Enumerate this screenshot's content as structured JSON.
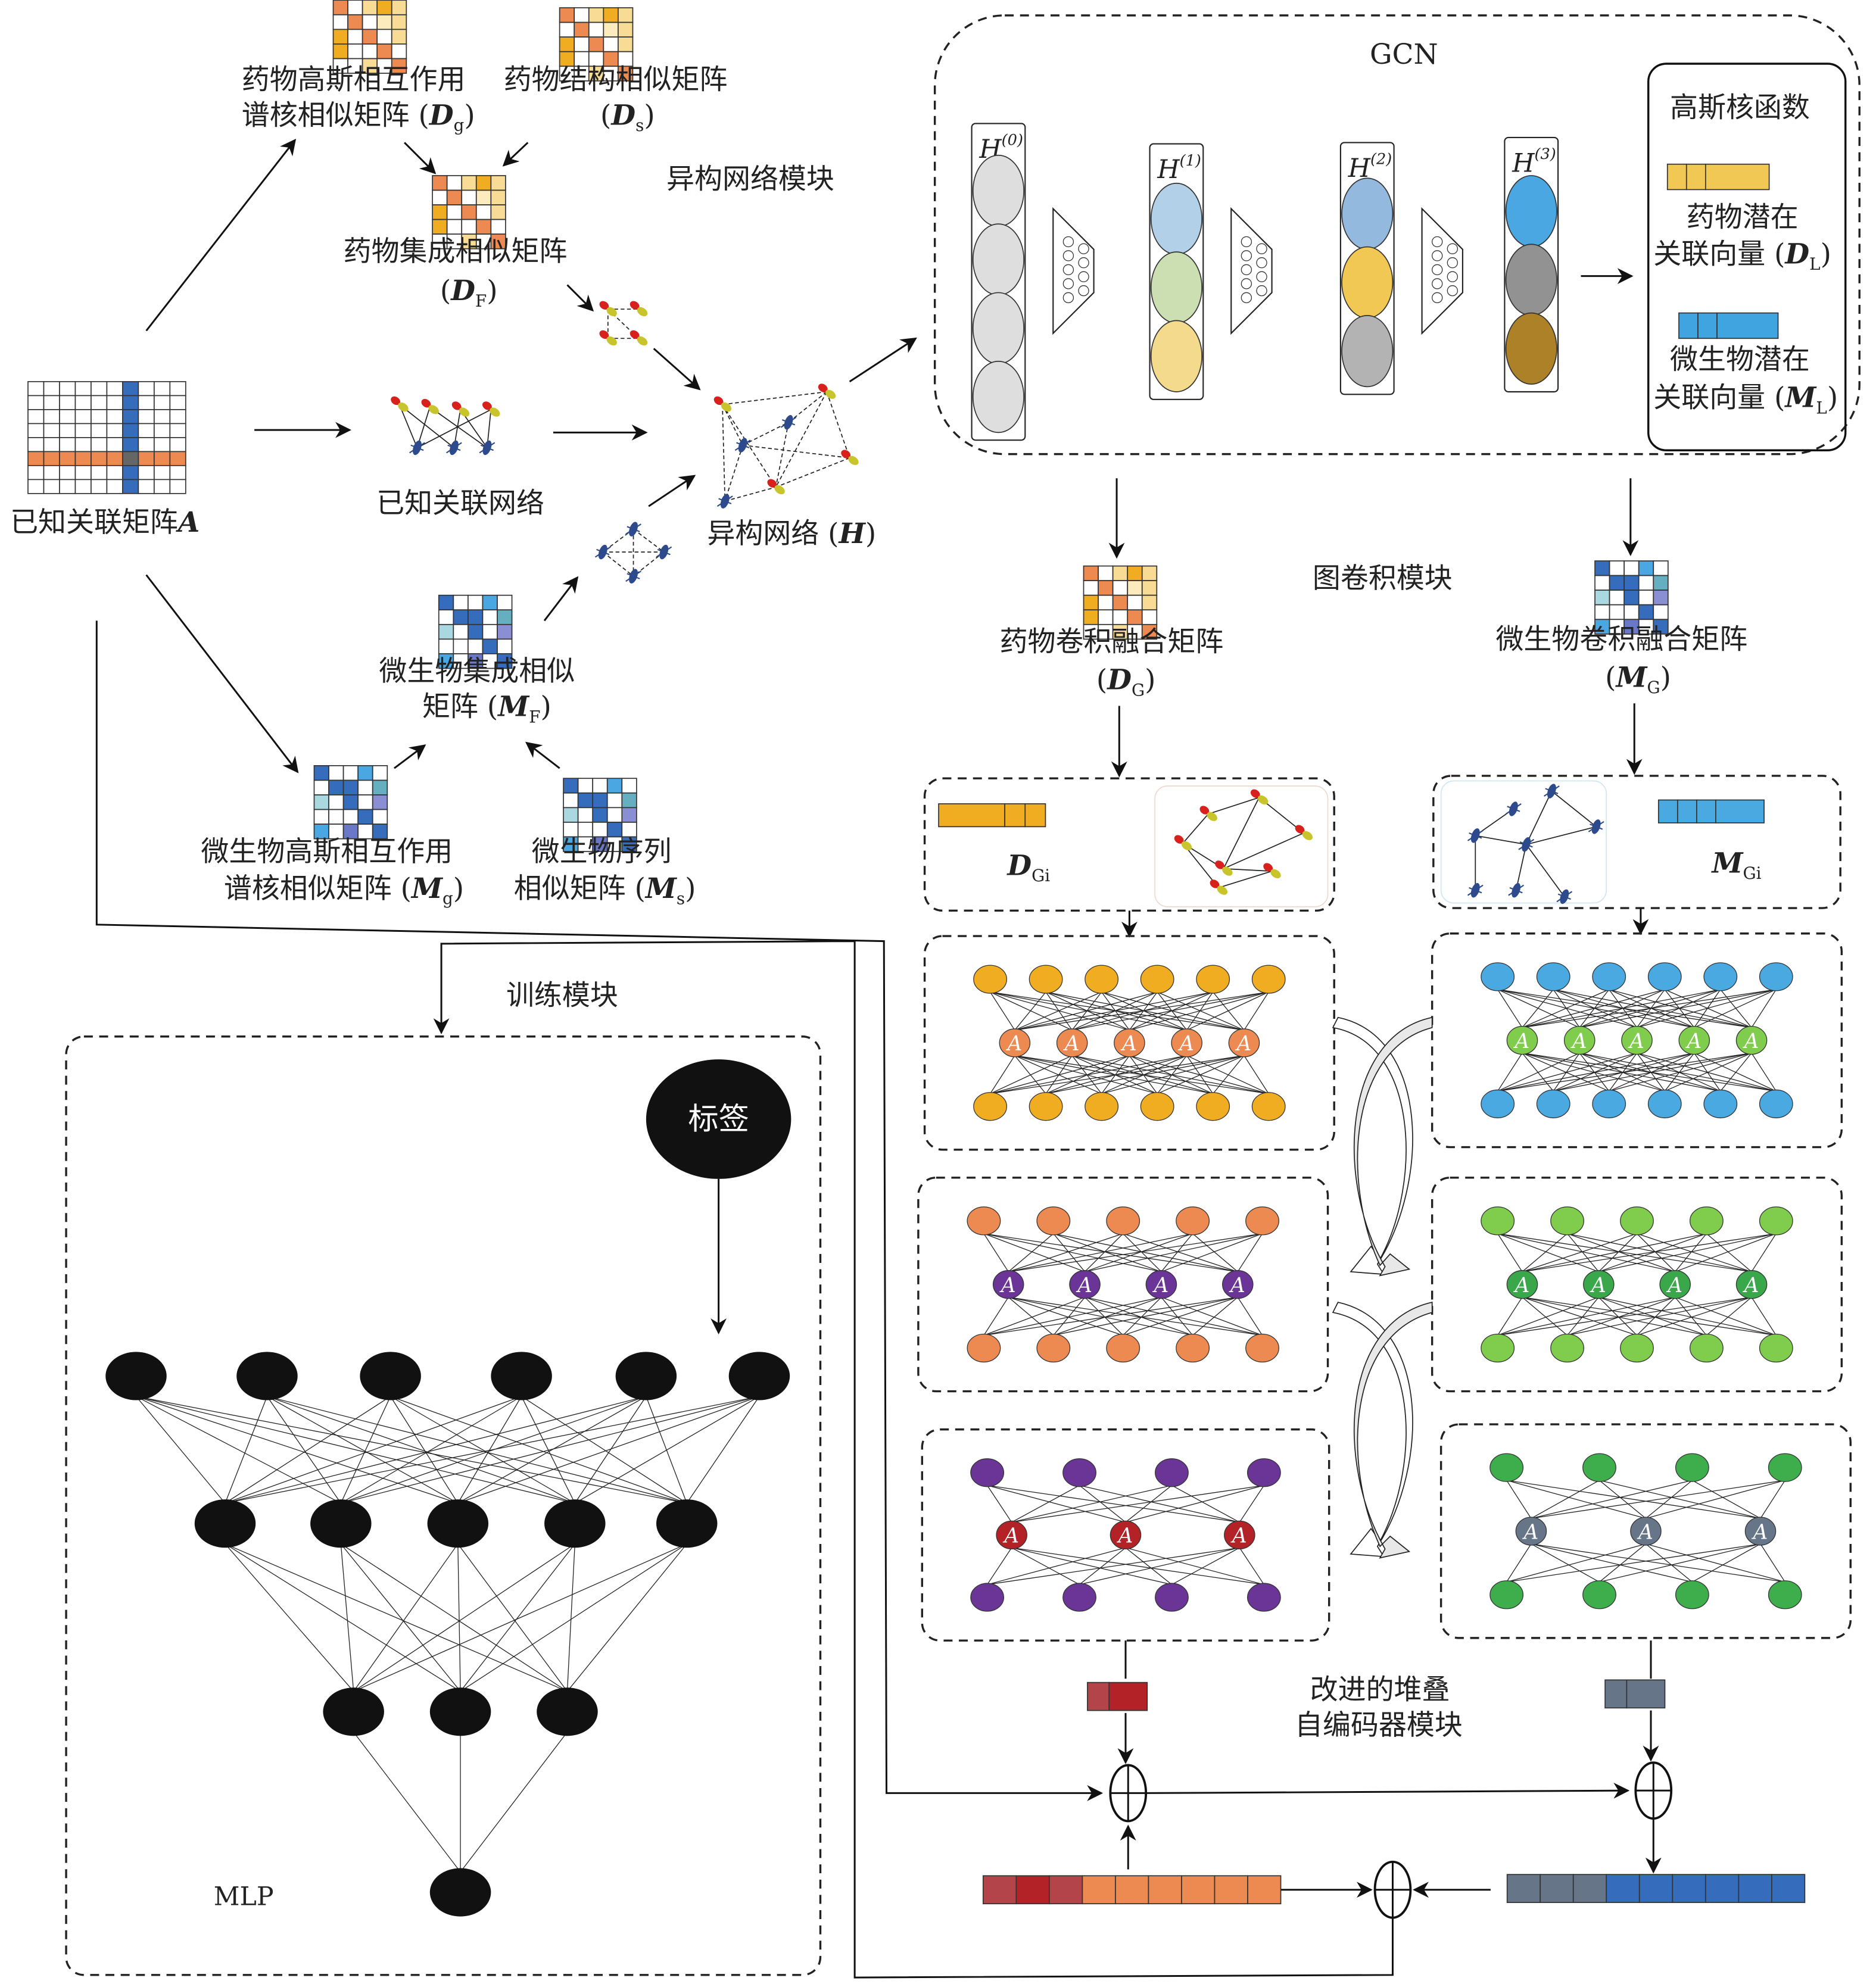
{
  "title": "药物-微生物关联预测框架示意图",
  "modules": {
    "heterogeneous_network": "异构网络模块",
    "gcn_module": "图卷积模块",
    "autoencoder_module_line1": "改进的堆叠",
    "autoencoder_module_line2": "自编码器模块",
    "training_module": "训练模块"
  },
  "left_inputs": {
    "known_matrix": {
      "label": "已知关联矩阵",
      "symbol": "A"
    },
    "known_network": "已知关联网络",
    "drug_gauss": {
      "line1": "药物高斯相互作用",
      "line2": "谱核相似矩阵 (",
      "symbol": "D",
      "sub": "g"
    },
    "drug_struct": {
      "line1": "药物结构相似矩阵",
      "symbol": "D",
      "sub": "s"
    },
    "drug_integrated": {
      "line1": "药物集成相似矩阵",
      "symbol": "D",
      "sub": "F"
    },
    "hetero_network": {
      "label": "异构网络 (",
      "symbol": "H"
    },
    "microbe_integrated": {
      "line1": "微生物集成相似",
      "line2": "矩阵 (",
      "symbol": "M",
      "sub": "F"
    },
    "microbe_gauss": {
      "line1": "微生物高斯相互作用",
      "line2": "谱核相似矩阵 (",
      "symbol": "M",
      "sub": "g"
    },
    "microbe_seq": {
      "line1": "微生物序列",
      "line2": "相似矩阵 (",
      "symbol": "M",
      "sub": "s"
    }
  },
  "gcn": {
    "title": "GCN",
    "layers": [
      {
        "symbol": "H",
        "sup": "(0)",
        "colors": [
          "#dedede",
          "#dedede",
          "#dedede",
          "#dedede"
        ]
      },
      {
        "symbol": "H",
        "sup": "(1)",
        "colors": [
          "#b3d0e9",
          "#cbdfb2",
          "#f3da8c"
        ]
      },
      {
        "symbol": "H",
        "sup": "(2)",
        "colors": [
          "#94b9de",
          "#f0c853",
          "#b3b3b3"
        ]
      },
      {
        "symbol": "H",
        "sup": "(3)",
        "colors": [
          "#4aa7e2",
          "#929292",
          "#ad8127"
        ]
      }
    ],
    "kernel_box": {
      "title": "高斯核函数",
      "drug_vec_line1": "药物潜在",
      "drug_vec_line2": "关联向量 (",
      "drug_symbol": "D",
      "drug_sub": "L",
      "microbe_vec_line1": "微生物潜在",
      "microbe_vec_line2": "关联向量 (",
      "microbe_symbol": "M",
      "microbe_sub": "L",
      "drug_color": "#f0c853",
      "microbe_color": "#3fa4e0"
    }
  },
  "gcn_outputs": {
    "drug": {
      "line1": "药物卷积融合矩阵",
      "symbol": "D",
      "sub": "G"
    },
    "microbe": {
      "line1": "微生物卷积融合矩阵",
      "symbol": "M",
      "sub": "G"
    },
    "drug_feature": {
      "symbol": "D",
      "sub": "Gi"
    },
    "microbe_feature": {
      "symbol": "M",
      "sub": "Gi"
    }
  },
  "autoencoder": {
    "node_label": "A",
    "drug_stacks": [
      {
        "outer": "#f1ad21",
        "hidden": "#ec8a52",
        "outer_n": 6,
        "hidden_n": 5
      },
      {
        "outer": "#ec8a52",
        "hidden": "#6a3597",
        "outer_n": 5,
        "hidden_n": 4
      },
      {
        "outer": "#6a3597",
        "hidden": "#b22226",
        "outer_n": 4,
        "hidden_n": 3
      }
    ],
    "microbe_stacks": [
      {
        "outer": "#4ba9e1",
        "hidden": "#80cd4e",
        "outer_n": 6,
        "hidden_n": 5
      },
      {
        "outer": "#80cd4e",
        "hidden": "#3aa74a",
        "outer_n": 5,
        "hidden_n": 4
      },
      {
        "outer": "#3eae4d",
        "hidden": "#667588",
        "outer_n": 4,
        "hidden_n": 3
      }
    ],
    "drug_code_colors": [
      "#b3444a",
      "#b22226"
    ],
    "microbe_code_colors": [
      "#667588",
      "#667588"
    ],
    "drug_concat_colors": [
      "#b3444a",
      "#b22226",
      "#b3444a",
      "#ec8a52",
      "#ec8a52",
      "#ec8a52",
      "#ec8a52",
      "#ec8a52",
      "#ec8a52"
    ],
    "microbe_concat_colors": [
      "#667588",
      "#667588",
      "#667588",
      "#366cbc",
      "#366cbc",
      "#366cbc",
      "#366cbc",
      "#366cbc",
      "#366cbc"
    ]
  },
  "training": {
    "label_node": "标签",
    "mlp_label": "MLP",
    "layers": [
      6,
      5,
      3,
      1
    ]
  },
  "matrices": {
    "drug": [
      [
        "#ec8a52",
        "#fff",
        "#f8dc96",
        "#f1ad21",
        "#f8dc96"
      ],
      [
        "#fff",
        "#ec8a52",
        "#fff",
        "#fbebbd",
        "#f8dc96"
      ],
      [
        "#f1ad21",
        "#fff",
        "#ec8a52",
        "#fff",
        "#f8dc96"
      ],
      [
        "#f1ad21",
        "#fff",
        "#fff",
        "#ec8a52",
        "#fff"
      ],
      [
        "#fff",
        "#fff",
        "#f8dc96",
        "#fff",
        "#ec8a52"
      ]
    ],
    "microbe": [
      [
        "#366cbc",
        "#fff",
        "#fff",
        "#4aa7e2",
        "#fff"
      ],
      [
        "#fff",
        "#366cbc",
        "#366cbc",
        "#fff",
        "#66afc0"
      ],
      [
        "#a9d8e0",
        "#fff",
        "#366cbc",
        "#fff",
        "#8a8ed2"
      ],
      [
        "#fff",
        "#fff",
        "#fff",
        "#366cbc",
        "#fff"
      ],
      [
        "#4aa7e2",
        "#fff",
        "#6a78c8",
        "#fff",
        "#366cbc"
      ]
    ]
  }
}
